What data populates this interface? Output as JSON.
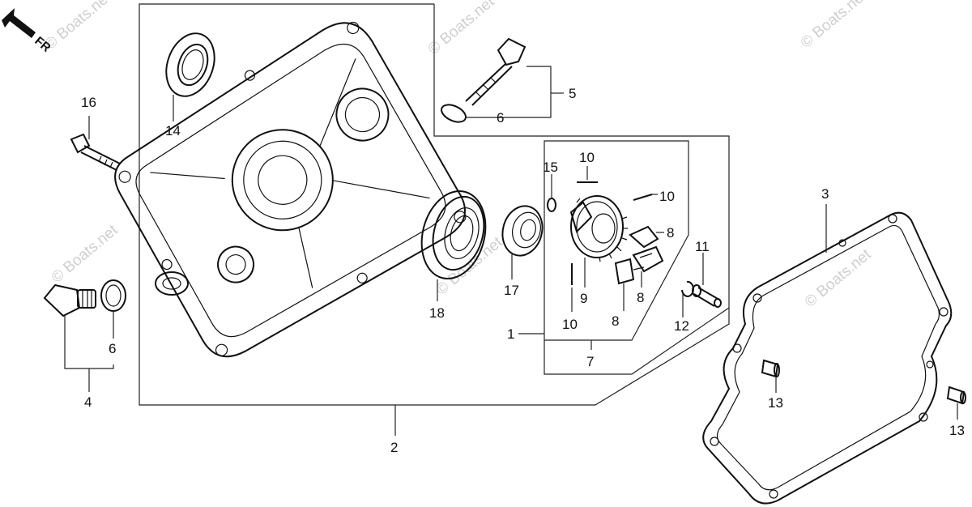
{
  "front_marker": "FR",
  "watermark": "© Boats.net",
  "callouts": {
    "c1": "1",
    "c2": "2",
    "c3": "3",
    "c4": "4",
    "c5": "5",
    "c6_dipstick": "6",
    "c6_drain": "6",
    "c7": "7",
    "c8_a": "8",
    "c8_b": "8",
    "c8_c": "8",
    "c9": "9",
    "c10_a": "10",
    "c10_b": "10",
    "c10_c": "10",
    "c11": "11",
    "c12": "12",
    "c13_a": "13",
    "c13_b": "13",
    "c14": "14",
    "c15": "15",
    "c16": "16",
    "c17": "17",
    "c18": "18"
  }
}
